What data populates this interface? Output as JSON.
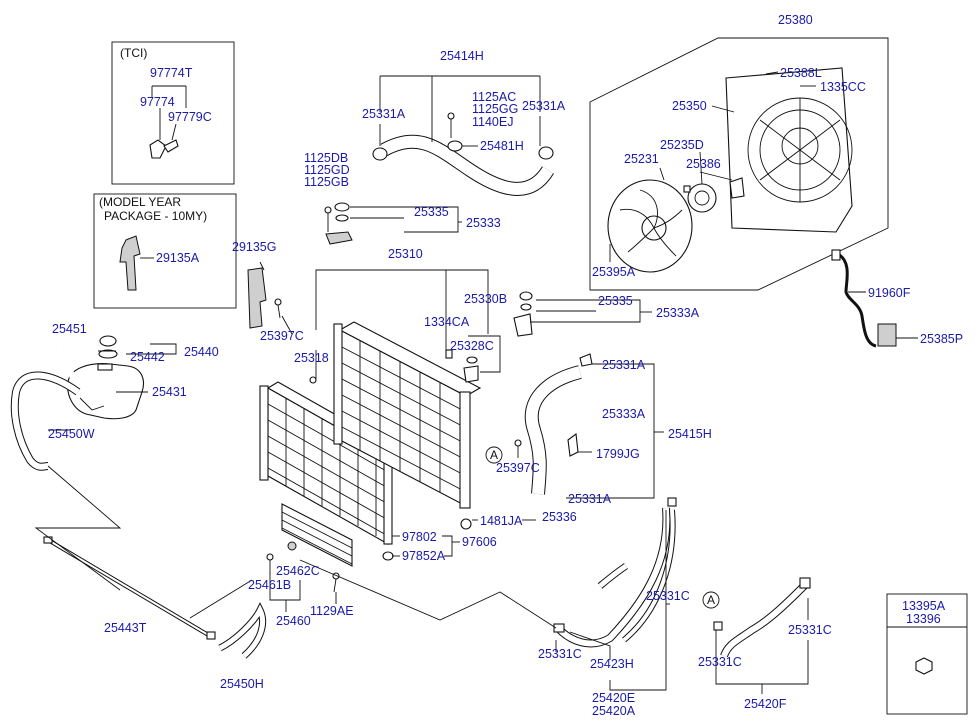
{
  "labels": {
    "tci": "(TCI)",
    "p97774T": "97774T",
    "p97774": "97774",
    "p97779C": "97779C",
    "model_year_1": "(MODEL YEAR",
    "model_year_2": "PACKAGE - 10MY)",
    "p29135A": "29135A",
    "p25451": "25451",
    "p25442": "25442",
    "p25440": "25440",
    "p25431": "25431",
    "p25450W": "25450W",
    "p25443T": "25443T",
    "p25450H": "25450H",
    "p29135G": "29135G",
    "p25397C_a": "25397C",
    "p25318": "25318",
    "p1125DB": "1125DB",
    "p1125GD": "1125GD",
    "p1125GB": "1125GB",
    "p25414H": "25414H",
    "p25331A_a": "25331A",
    "p25331A_b": "25331A",
    "p1125AC": "1125AC",
    "p1125GG": "1125GG",
    "p1140EJ": "1140EJ",
    "p25481H": "25481H",
    "p25335_a": "25335",
    "p25333": "25333",
    "p25310": "25310",
    "p25330B": "25330B",
    "p25335_b": "25335",
    "p25333A_a": "25333A",
    "p1334CA": "1334CA",
    "p25328C": "25328C",
    "p25331A_c": "25331A",
    "p25333A_b": "25333A",
    "p25415H": "25415H",
    "p1799JG": "1799JG",
    "p25397C_b": "25397C",
    "p25331A_d": "25331A",
    "circA_1": "A",
    "circA_2": "A",
    "p1481JA": "1481JA",
    "p25336": "25336",
    "p97802": "97802",
    "p97606": "97606",
    "p97852A": "97852A",
    "p25462C": "25462C",
    "p25461B": "25461B",
    "p1129AE": "1129AE",
    "p25460": "25460",
    "p25380": "25380",
    "p25388L": "25388L",
    "p1335CC": "1335CC",
    "p25350": "25350",
    "p25235D": "25235D",
    "p25231": "25231",
    "p25386": "25386",
    "p25395A": "25395A",
    "p91960F": "91960F",
    "p25385P": "25385P",
    "p25331C_a": "25331C",
    "p25331C_b": "25331C",
    "p25423H": "25423H",
    "p25420E": "25420E",
    "p25420A": "25420A",
    "p25331C_c": "25331C",
    "p25331C_d": "25331C",
    "p25420F": "25420F",
    "p13395A": "13395A",
    "p13396": "13396"
  },
  "colors": {
    "label": "#1a1aa8",
    "line": "#111111",
    "background": "#ffffff"
  }
}
